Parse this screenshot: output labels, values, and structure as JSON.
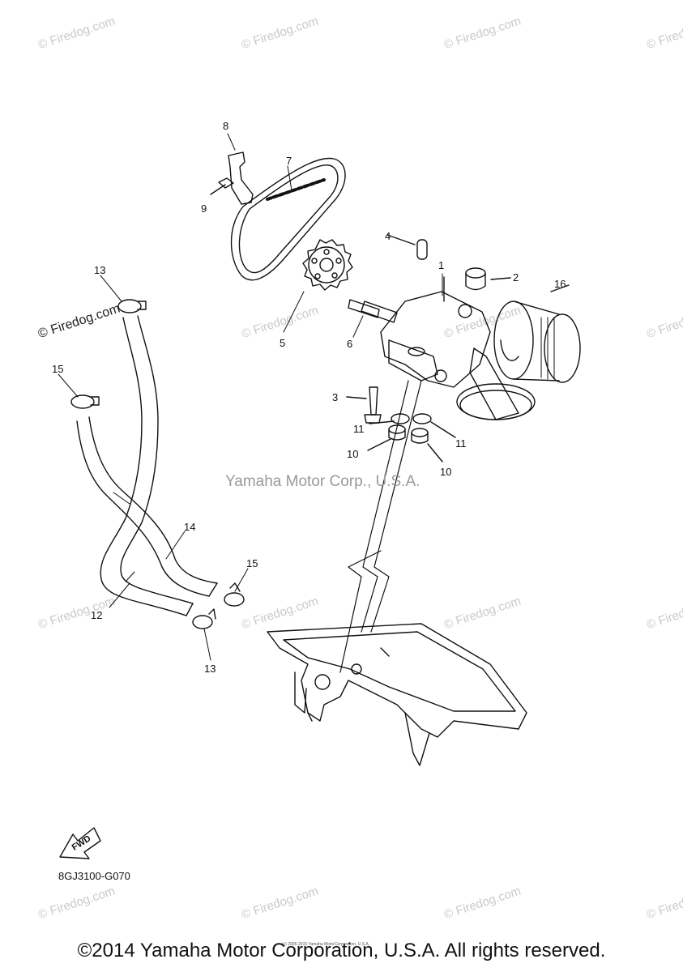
{
  "watermark": {
    "text": "© Firedog.com",
    "short_text": "© Firedog.com"
  },
  "center_watermark": "Yamaha Motor Corp., U.S.A.",
  "parts": {
    "p1": "1",
    "p2": "2",
    "p3": "3",
    "p4": "4",
    "p5": "5",
    "p6": "6",
    "p7": "7",
    "p8": "8",
    "p9": "9",
    "p10a": "10",
    "p10b": "10",
    "p11a": "11",
    "p11b": "11",
    "p12": "12",
    "p13a": "13",
    "p13b": "13",
    "p14": "14",
    "p15a": "15",
    "p15b": "15",
    "p16": "16"
  },
  "fwd_label": "FWD",
  "diagram_code": "8GJ3100-G070",
  "tiny_copyright": "(c) 2005-2015 Yamaha MotorCorporation, U.S.A.",
  "copyright": "©2014 Yamaha Motor Corporation, U.S.A. All rights reserved."
}
